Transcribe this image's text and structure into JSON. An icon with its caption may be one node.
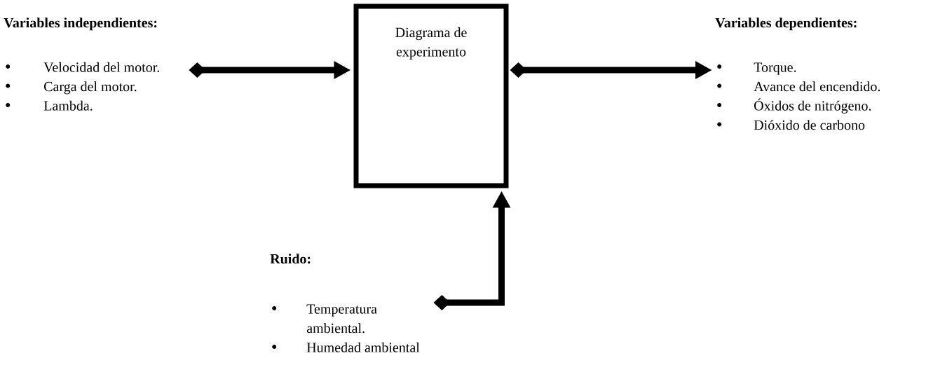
{
  "diagram": {
    "nodes": [
      {
        "text": [
          "Variables independientes:",
          "Velocidad del motor.",
          "Carga del motor.",
          "Lambda."
        ]
      },
      {
        "text": [
          "Diagrama de experimento"
        ]
      },
      {
        "text": [
          "Variables dependientes:",
          "Torque.",
          "Avance del encendido.",
          "Óxidos de nitrógeno.",
          "Dióxido de carbono"
        ]
      },
      {
        "text": [
          "Ruido:",
          "Temperatura ambiental.",
          "Humedad ambiental"
        ]
      }
    ],
    "edges": [
      {
        "from": 0,
        "to": 1,
        "arrow": "to"
      },
      {
        "from": 1,
        "to": 2,
        "arrow": "to"
      },
      {
        "from": 3,
        "to": 1,
        "arrow": "to"
      }
    ]
  }
}
